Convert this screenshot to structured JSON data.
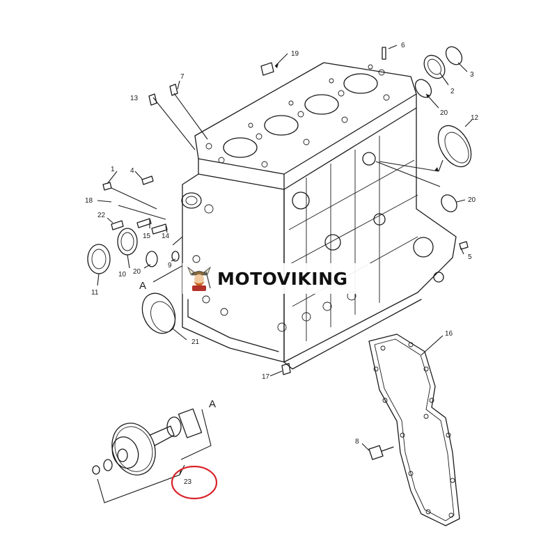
{
  "brand": {
    "name": "MOTOVIKING",
    "logo_icon": "viking-mascot-icon"
  },
  "diagram": {
    "parts": [
      {
        "id": "p1",
        "label": "1"
      },
      {
        "id": "p2",
        "label": "2"
      },
      {
        "id": "p3",
        "label": "3"
      },
      {
        "id": "p4",
        "label": "4"
      },
      {
        "id": "p5",
        "label": "5"
      },
      {
        "id": "p6",
        "label": "6"
      },
      {
        "id": "p7",
        "label": "7"
      },
      {
        "id": "p8",
        "label": "8"
      },
      {
        "id": "p9",
        "label": "9"
      },
      {
        "id": "p10",
        "label": "10"
      },
      {
        "id": "p11",
        "label": "11"
      },
      {
        "id": "p12",
        "label": "12"
      },
      {
        "id": "p13",
        "label": "13"
      },
      {
        "id": "p14",
        "label": "14"
      },
      {
        "id": "p15",
        "label": "15"
      },
      {
        "id": "p16",
        "label": "16"
      },
      {
        "id": "p17",
        "label": "17"
      },
      {
        "id": "p18",
        "label": "18"
      },
      {
        "id": "p19",
        "label": "19"
      },
      {
        "id": "p20a",
        "label": "20"
      },
      {
        "id": "p20b",
        "label": "20"
      },
      {
        "id": "p20c",
        "label": "20"
      },
      {
        "id": "p21",
        "label": "21"
      },
      {
        "id": "p22",
        "label": "22"
      },
      {
        "id": "p23",
        "label": "23",
        "highlight": true
      }
    ],
    "section_marker": "A",
    "highlight_color": "#d9232a"
  }
}
